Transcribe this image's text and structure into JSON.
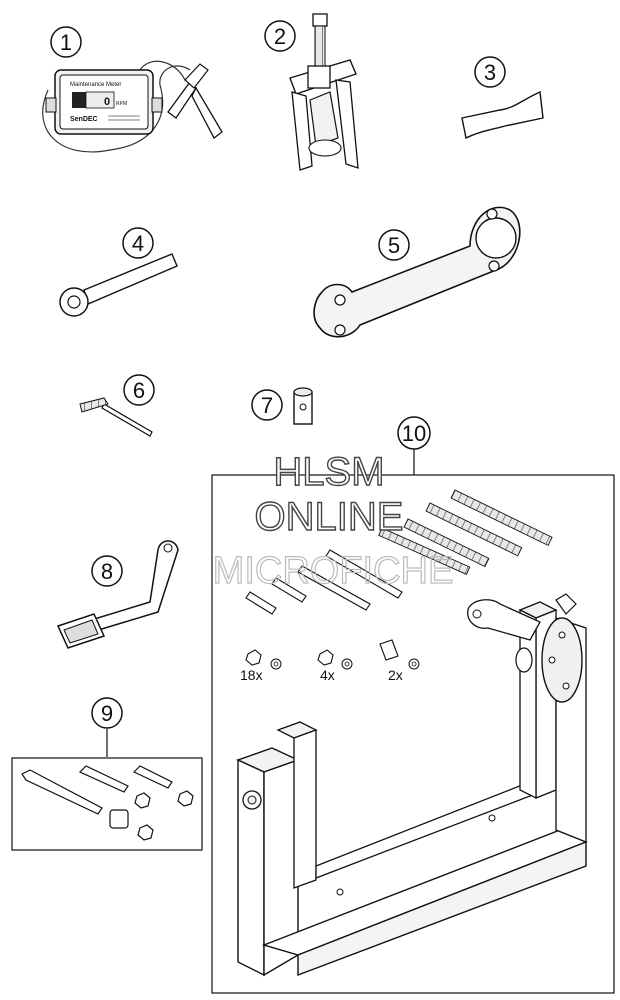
{
  "callouts": [
    "1",
    "2",
    "3",
    "4",
    "5",
    "6",
    "7",
    "8",
    "9",
    "10"
  ],
  "quantities": {
    "nut": "18x",
    "washer": "4x",
    "plate": "2x"
  },
  "meter": {
    "title": "Maintenance Meter",
    "reading": "0",
    "unit": "RPM",
    "brand": "SenDEC"
  },
  "watermark": {
    "line1": "HLSM",
    "line2": "ONLINE",
    "line3": "MICROFICHE"
  }
}
